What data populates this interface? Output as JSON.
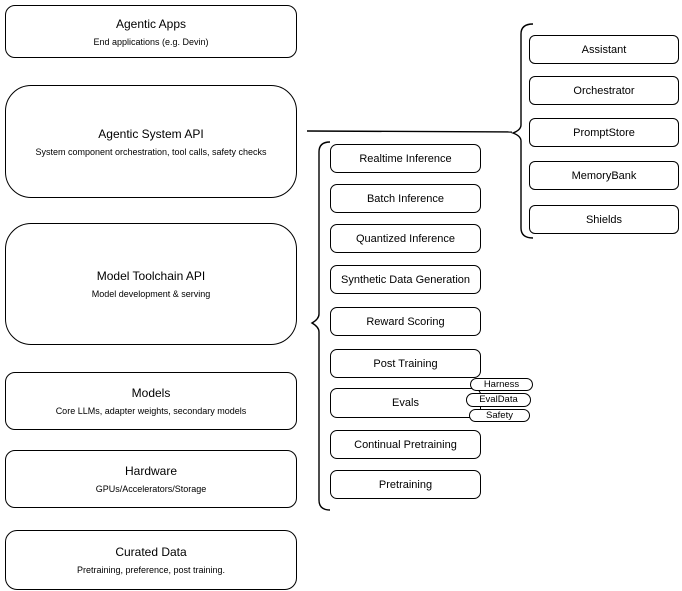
{
  "diagram": {
    "left_column": [
      {
        "title": "Agentic Apps",
        "subtitle": "End applications (e.g. Devin)"
      },
      {
        "title": "Agentic System API",
        "subtitle": "System component orchestration, tool calls, safety checks"
      },
      {
        "title": "Model Toolchain API",
        "subtitle": "Model development & serving"
      },
      {
        "title": "Models",
        "subtitle": "Core LLMs, adapter weights, secondary models"
      },
      {
        "title": "Hardware",
        "subtitle": "GPUs/Accelerators/Storage"
      },
      {
        "title": "Curated Data",
        "subtitle": "Pretraining, preference, post training."
      }
    ],
    "toolchain_items": [
      "Realtime Inference",
      "Batch Inference",
      "Quantized Inference",
      "Synthetic Data Generation",
      "Reward Scoring",
      "Post Training",
      "Evals",
      "Continual Pretraining",
      "Pretraining"
    ],
    "eval_tags": [
      "Harness",
      "EvalData",
      "Safety"
    ],
    "system_components": [
      "Assistant",
      "Orchestrator",
      "PromptStore",
      "MemoryBank",
      "Shields"
    ],
    "colors": {
      "stroke": "#000000",
      "fill": "#ffffff",
      "text": "#000000"
    }
  }
}
